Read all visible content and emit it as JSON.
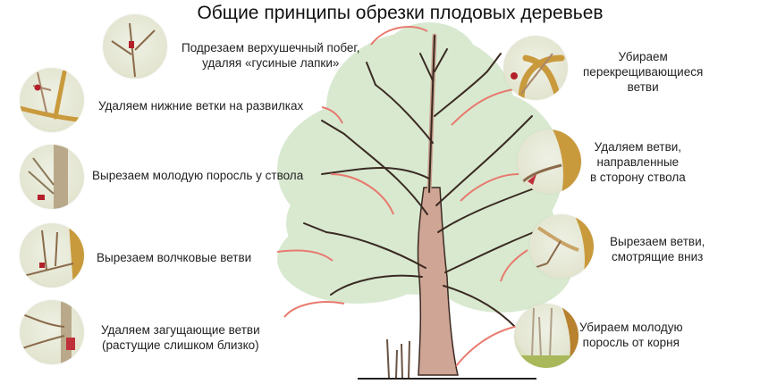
{
  "title": "Общие принципы обрезки плодовых деревьев",
  "colors": {
    "foliage": "#d6e8cf",
    "trunk": "#c9a08e",
    "trunk_outline": "#3a2a22",
    "arrow": "#e87a6e",
    "branch_illustration": "#c99a3c",
    "cut_marker": "#b3202a"
  },
  "left_steps": [
    {
      "id": "top-shoot",
      "icon": "pruning-top-shoot-icon",
      "lines": [
        "Подрезаем верхушечный побег,",
        "удаляя «гусиные лапки»"
      ]
    },
    {
      "id": "lower-forks",
      "icon": "pruning-lower-fork-icon",
      "lines": [
        "Удаляем нижние ветки на развилках"
      ]
    },
    {
      "id": "trunk-suckers",
      "icon": "pruning-trunk-suckers-icon",
      "lines": [
        "Вырезаем молодую поросль у ствола"
      ]
    },
    {
      "id": "water-sprouts",
      "icon": "pruning-water-sprouts-icon",
      "lines": [
        "Вырезаем волчковые ветви"
      ]
    },
    {
      "id": "thickening",
      "icon": "pruning-thickening-icon",
      "lines": [
        "Удаляем загущающие ветви",
        "(растущие слишком близко)"
      ]
    }
  ],
  "right_steps": [
    {
      "id": "crossing",
      "icon": "pruning-crossing-icon",
      "lines": [
        "Убираем",
        "перекрещивающиеся",
        "ветви"
      ]
    },
    {
      "id": "inward",
      "icon": "pruning-inward-icon",
      "lines": [
        "Удаляем ветви,",
        "направленные",
        "в сторону ствола"
      ]
    },
    {
      "id": "downward",
      "icon": "pruning-downward-icon",
      "lines": [
        "Вырезаем ветви,",
        "смотрящие вниз"
      ]
    },
    {
      "id": "root-suckers",
      "icon": "pruning-root-suckers-icon",
      "lines": [
        "Убираем молодую",
        "поросль от корня"
      ]
    }
  ]
}
